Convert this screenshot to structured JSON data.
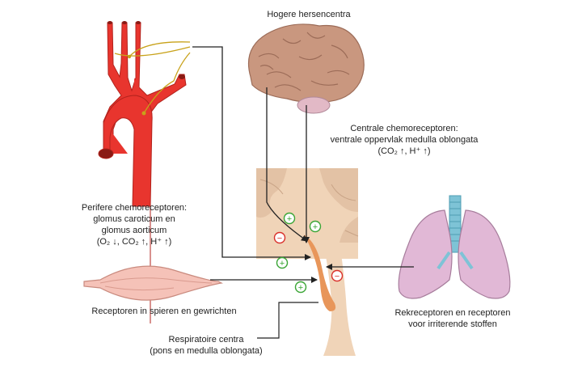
{
  "labels": {
    "brain": "Hogere hersencentra",
    "central": {
      "line1": "Centrale chemoreceptoren:",
      "line2": "ventrale oppervlak medulla oblongata",
      "line3": "(CO₂ ↑, H⁺ ↑)"
    },
    "peripheral": {
      "line1": "Perifere chemoreceptoren:",
      "line2": "glomus caroticum en",
      "line3": "glomus aorticum",
      "line4": "(O₂ ↓, CO₂ ↑, H⁺ ↑)"
    },
    "muscle": "Receptoren in spieren en gewrichten",
    "respiratory": {
      "line1": "Respiratoire centra",
      "line2": "(pons en medulla oblongata)"
    },
    "lungs": {
      "line1": "Rekreceptoren en receptoren",
      "line2": "voor irriterende stoffen"
    }
  },
  "signs": {
    "plus": "+",
    "minus": "−"
  },
  "colors": {
    "artery": "#e8352e",
    "brain": "#c9977f",
    "brainstem": "#f0d4b8",
    "center": "#e8965a",
    "lung": "#e1b8d6",
    "trachea": "#7ec3d6",
    "muscle": "#f5c2b8",
    "plus": "#3aa535",
    "minus": "#d9302a",
    "nerve": "#c8a21a"
  },
  "icons": [
    "aorta-icon",
    "brain-icon",
    "brainstem-icon",
    "lungs-icon",
    "muscle-icon"
  ]
}
